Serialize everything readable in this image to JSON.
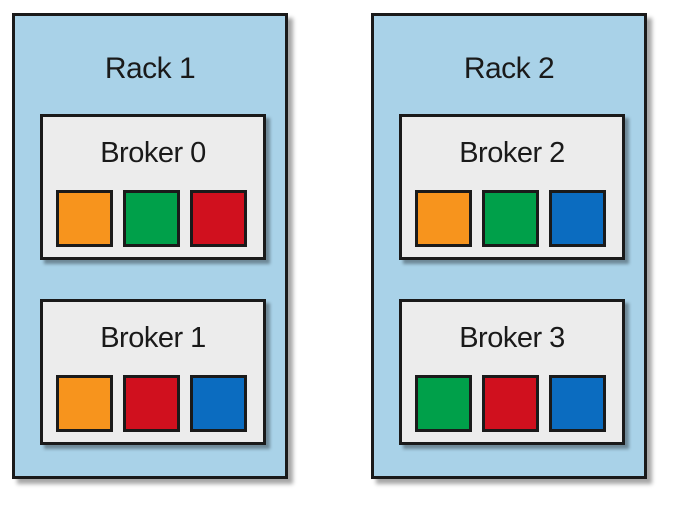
{
  "colors": {
    "orange": "#f7941d",
    "green": "#00a04a",
    "red": "#d0101e",
    "blue": "#0b6cc0"
  },
  "racks": [
    {
      "title": "Rack 1",
      "brokers": [
        {
          "title": "Broker 0",
          "partitions": [
            "orange",
            "green",
            "red"
          ]
        },
        {
          "title": "Broker 1",
          "partitions": [
            "orange",
            "red",
            "blue"
          ]
        }
      ]
    },
    {
      "title": "Rack 2",
      "brokers": [
        {
          "title": "Broker 2",
          "partitions": [
            "orange",
            "green",
            "blue"
          ]
        },
        {
          "title": "Broker 3",
          "partitions": [
            "green",
            "red",
            "blue"
          ]
        }
      ]
    }
  ]
}
